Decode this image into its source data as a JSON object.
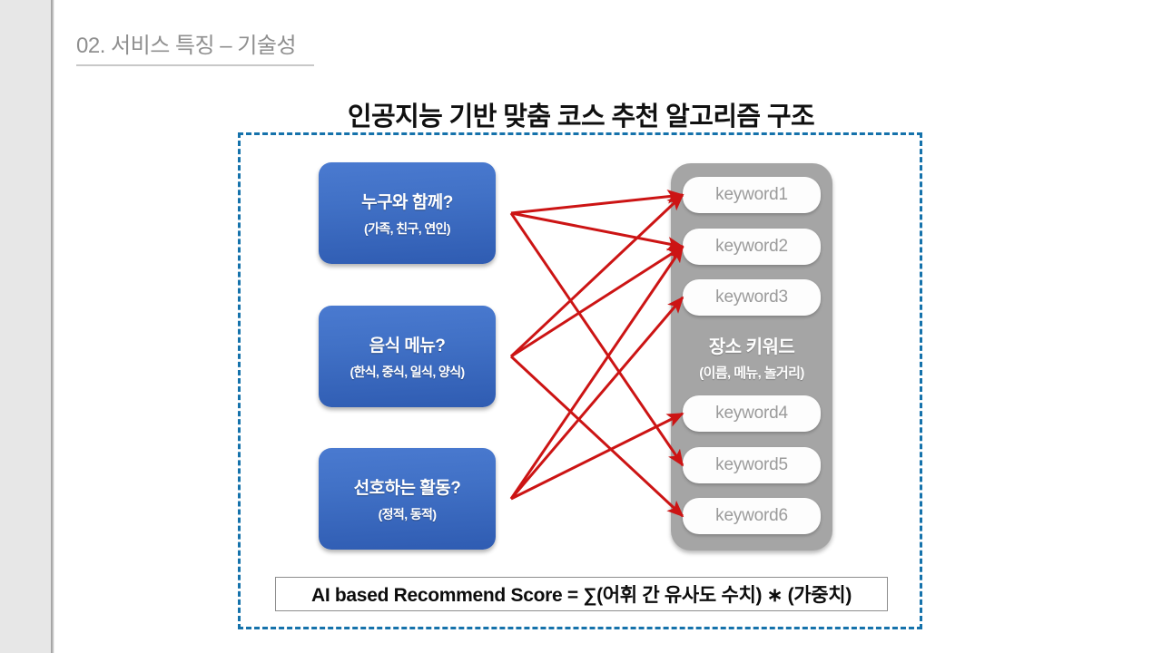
{
  "header": {
    "title": "02. 서비스 특징 – 기술성"
  },
  "diagram": {
    "title": "인공지능 기반 맞춤 코스 추천 알고리즘 구조",
    "frame_border_color": "#1572ab",
    "question_boxes": [
      {
        "title": "누구와 함께?",
        "sub": "(가족, 친구, 연인)"
      },
      {
        "title": "음식 메뉴?",
        "sub": "(한식, 중식, 일식, 양식)"
      },
      {
        "title": "선호하는 활동?",
        "sub": "(정적, 동적)"
      }
    ],
    "keyword_panel": {
      "label_title": "장소 키워드",
      "label_sub": "(이름, 메뉴, 놀거리)",
      "panel_color": "#a5a5a5",
      "keywords": [
        "keyword1",
        "keyword2",
        "keyword3",
        "keyword4",
        "keyword5",
        "keyword6"
      ]
    },
    "arrow_color": "#cc1414",
    "connections": [
      {
        "from": 0,
        "to": 0
      },
      {
        "from": 0,
        "to": 1
      },
      {
        "from": 0,
        "to": 4
      },
      {
        "from": 1,
        "to": 0
      },
      {
        "from": 1,
        "to": 1
      },
      {
        "from": 1,
        "to": 5
      },
      {
        "from": 2,
        "to": 1
      },
      {
        "from": 2,
        "to": 2
      },
      {
        "from": 2,
        "to": 3
      }
    ],
    "formula": "AI based Recommend Score = ∑(어휘 간 유사도 수치) ∗ (가중치)"
  },
  "colors": {
    "rail": "#e7e7e7",
    "box_blue": "#4171c6",
    "header_gray": "#8f8f8f"
  }
}
